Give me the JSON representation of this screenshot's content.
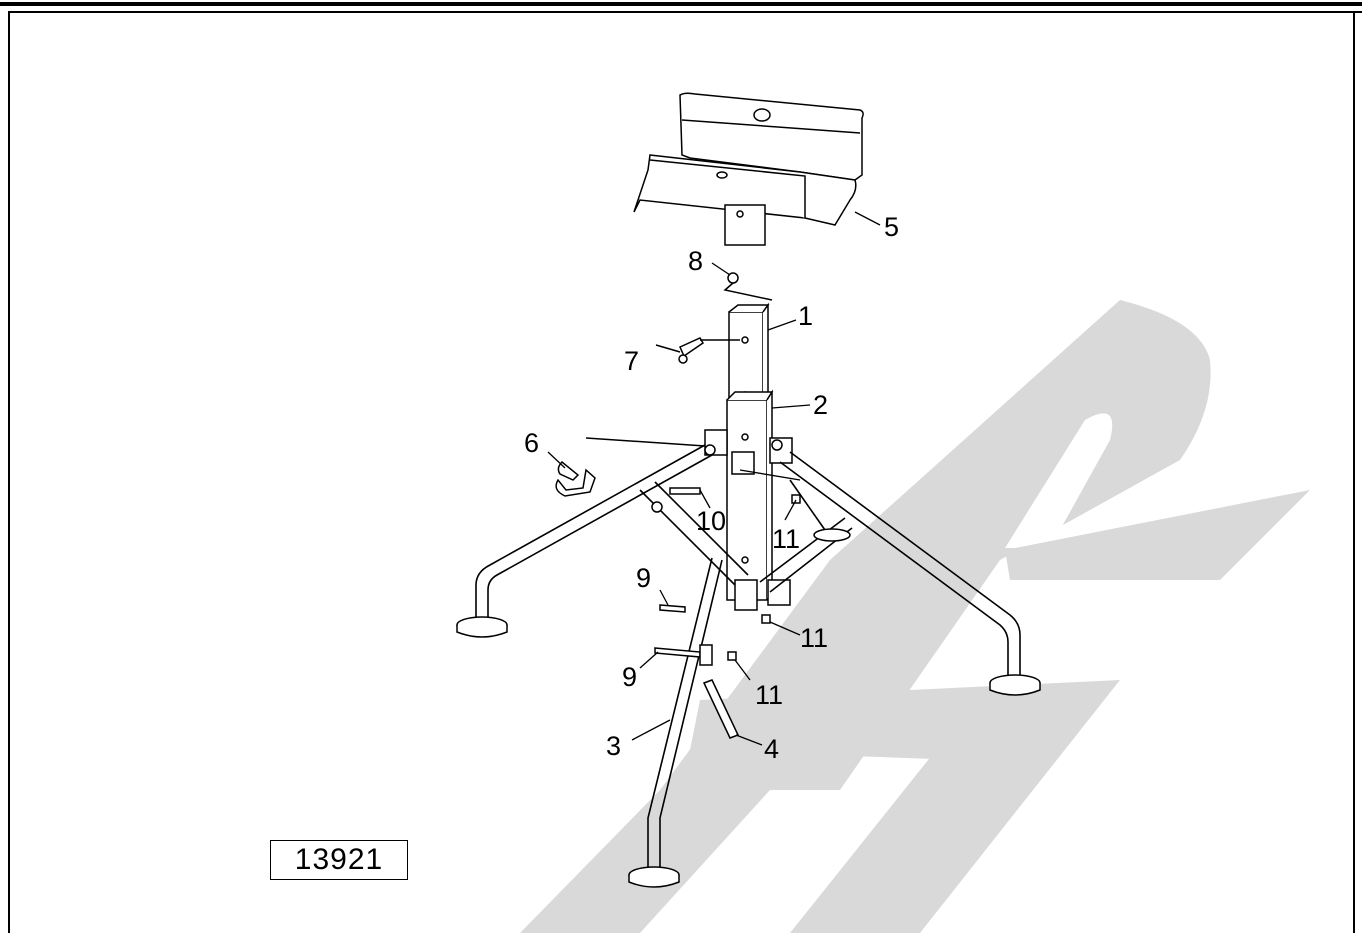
{
  "figure_number": "13921",
  "callouts": {
    "c1": "1",
    "c2": "2",
    "c3": "3",
    "c4": "4",
    "c5": "5",
    "c6": "6",
    "c7": "7",
    "c8": "8",
    "c9a": "9",
    "c9b": "9",
    "c10": "10",
    "c11a": "11",
    "c11b": "11",
    "c11c": "11"
  },
  "colors": {
    "watermark": "#d9d9d9",
    "line": "#000000"
  }
}
